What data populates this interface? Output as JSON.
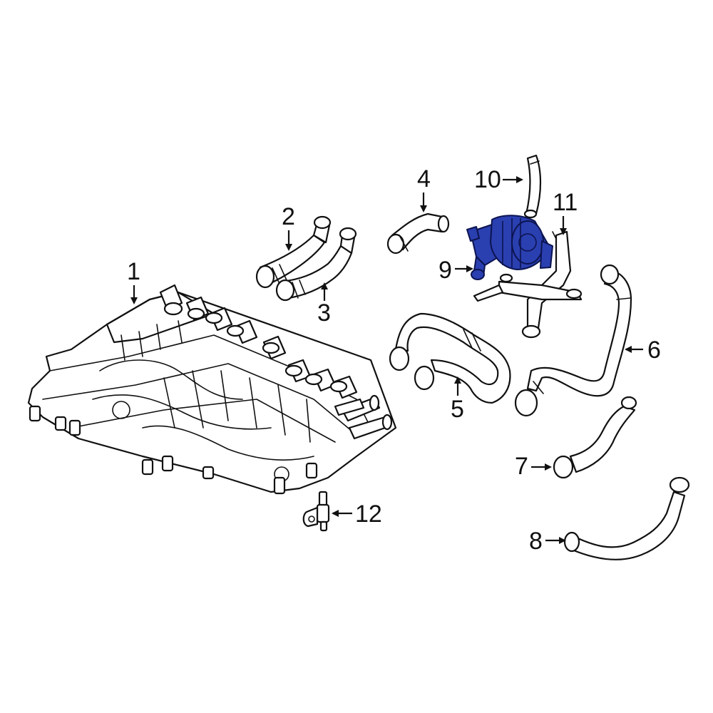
{
  "diagram": {
    "highlight_color": "#2a3fb0",
    "callouts": [
      {
        "id": "1",
        "label": "1"
      },
      {
        "id": "2",
        "label": "2"
      },
      {
        "id": "3",
        "label": "3"
      },
      {
        "id": "4",
        "label": "4"
      },
      {
        "id": "5",
        "label": "5"
      },
      {
        "id": "6",
        "label": "6"
      },
      {
        "id": "7",
        "label": "7"
      },
      {
        "id": "8",
        "label": "8"
      },
      {
        "id": "9",
        "label": "9"
      },
      {
        "id": "10",
        "label": "10"
      },
      {
        "id": "11",
        "label": "11"
      },
      {
        "id": "12",
        "label": "12"
      }
    ]
  }
}
